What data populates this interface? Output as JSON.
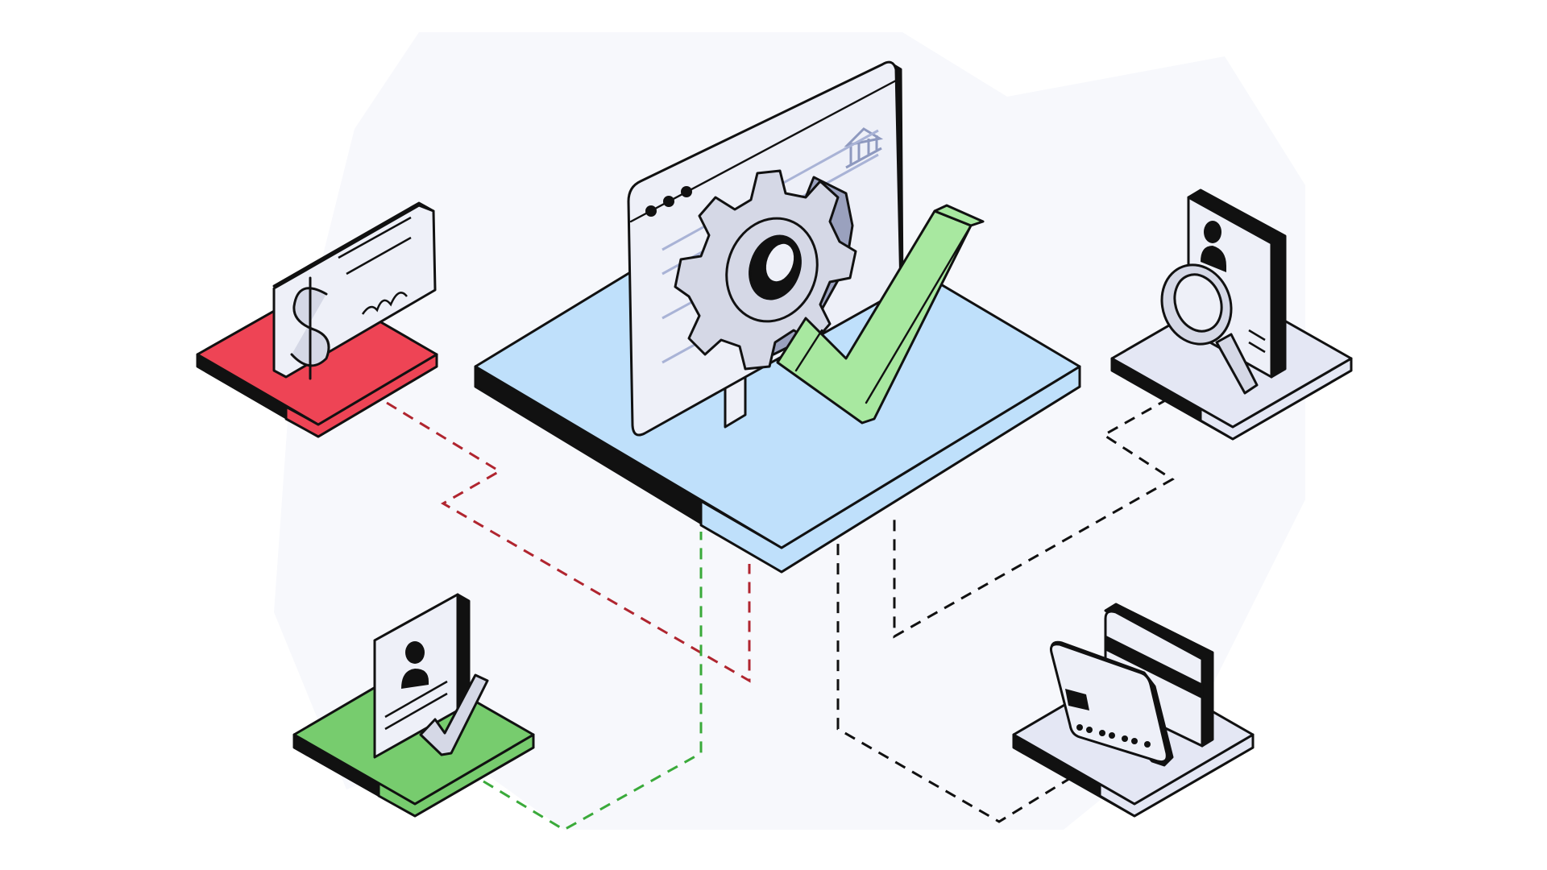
{
  "illustration": {
    "central": {
      "icons": [
        "gear-icon",
        "checkmark-icon",
        "bank-icon"
      ]
    },
    "nodes": [
      {
        "id": "check",
        "icon": "dollar-check-icon",
        "platform_color": "#EE4455"
      },
      {
        "id": "verified-profile",
        "icon": "profile-check-icon",
        "platform_color": "#77CC6E"
      },
      {
        "id": "profile-search",
        "icon": "magnifier-profile-icon",
        "platform_color": "#E4E7F4"
      },
      {
        "id": "cards",
        "icon": "credit-card-icon",
        "platform_color": "#E4E7F4"
      }
    ],
    "colors": {
      "outline": "#111111",
      "platform_blue": "#BFE0FB",
      "check_green": "#A8E8A0",
      "gear_gray": "#D5D8E6",
      "panel": "#EEF0F8",
      "dash_red": "#B0252F",
      "dash_green": "#3AAA3A",
      "dash_black": "#111111",
      "backdrop": "#F7F8FC"
    }
  }
}
